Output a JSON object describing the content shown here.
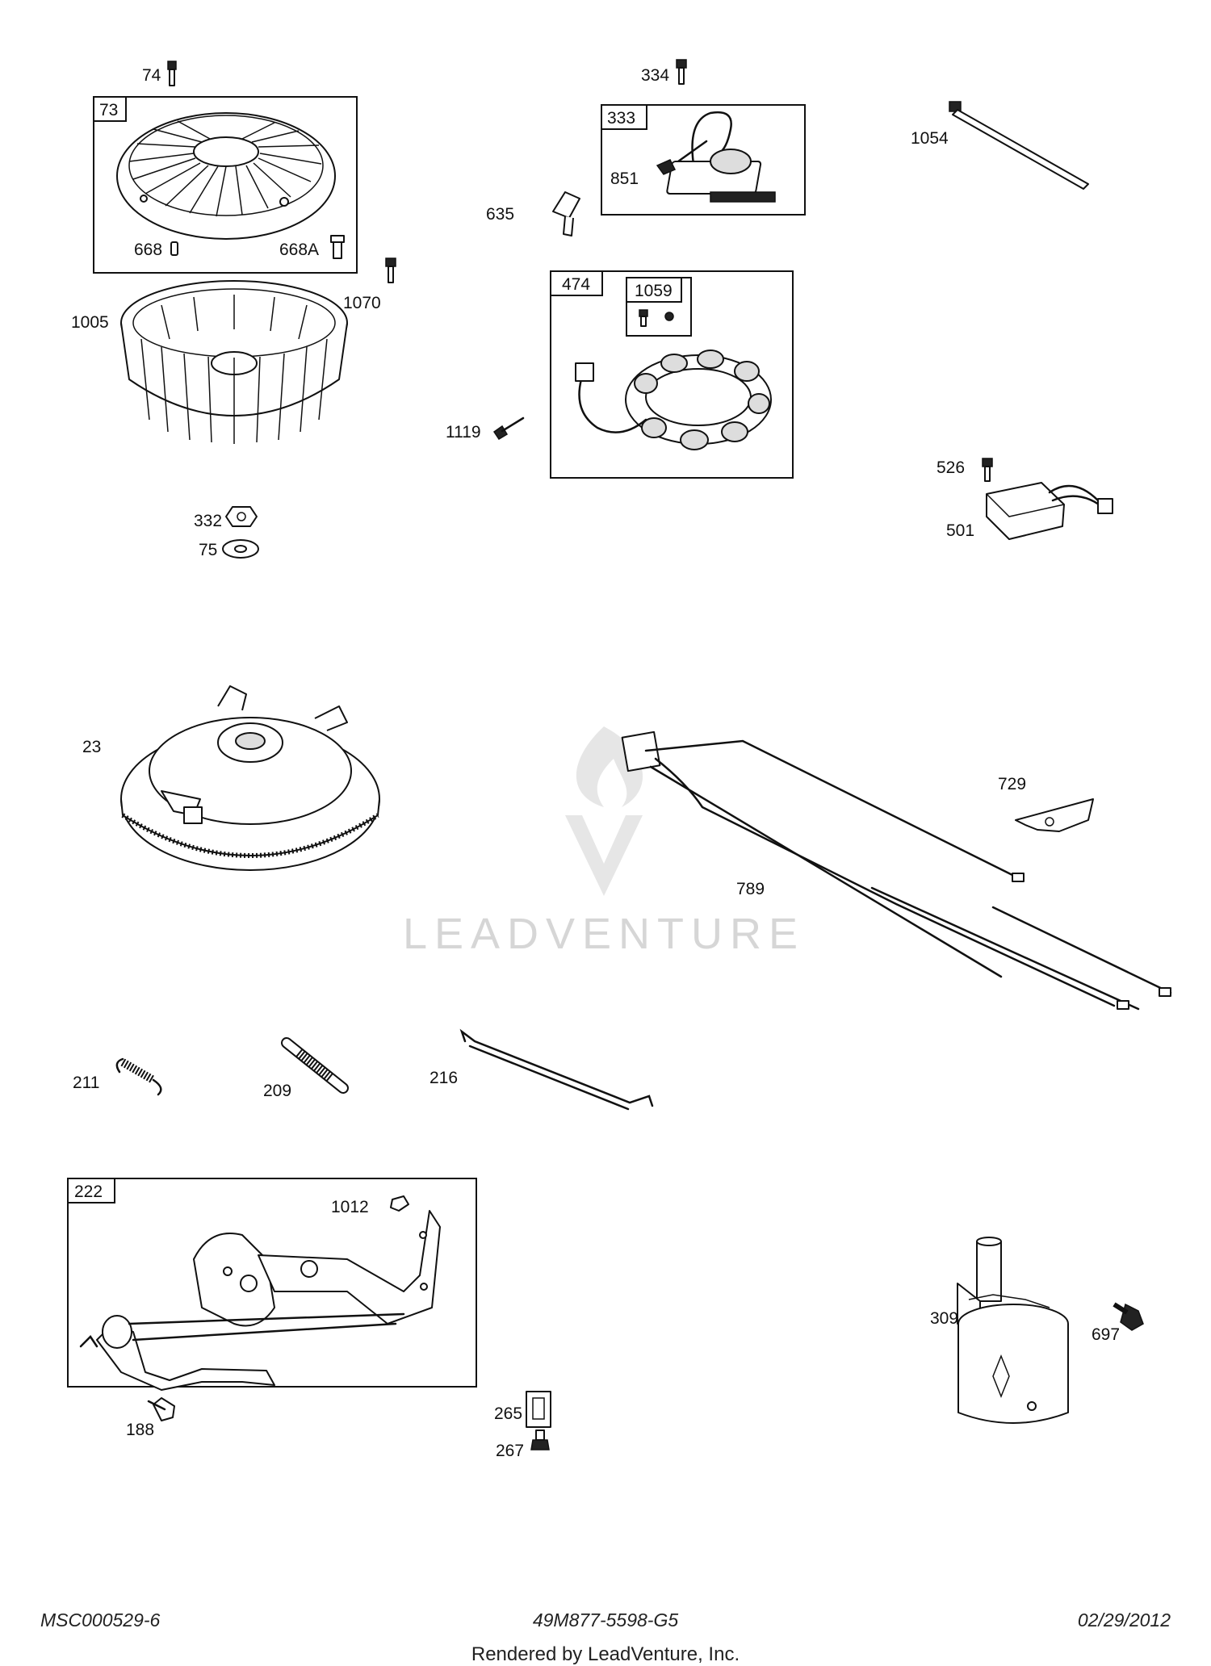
{
  "watermark": {
    "text": "LEADVENTURE"
  },
  "boxes": {
    "b73": "73",
    "b333": "333",
    "b474": "474",
    "b1059": "1059",
    "b222": "222"
  },
  "callouts": {
    "c74": "74",
    "c668": "668",
    "c668A": "668A",
    "c1005": "1005",
    "c1070": "1070",
    "c332": "332",
    "c75": "75",
    "c334": "334",
    "c851": "851",
    "c635": "635",
    "c1119": "1119",
    "c1054": "1054",
    "c526": "526",
    "c501": "501",
    "c23": "23",
    "c729": "729",
    "c789": "789",
    "c211": "211",
    "c209": "209",
    "c216": "216",
    "c1012": "1012",
    "c188": "188",
    "c265": "265",
    "c267": "267",
    "c309": "309",
    "c697": "697"
  },
  "footer": {
    "left": "MSC000529-6",
    "center": "49M877-5598-G5",
    "right": "02/29/2012",
    "rendered_by": "Rendered by LeadVenture, Inc."
  }
}
